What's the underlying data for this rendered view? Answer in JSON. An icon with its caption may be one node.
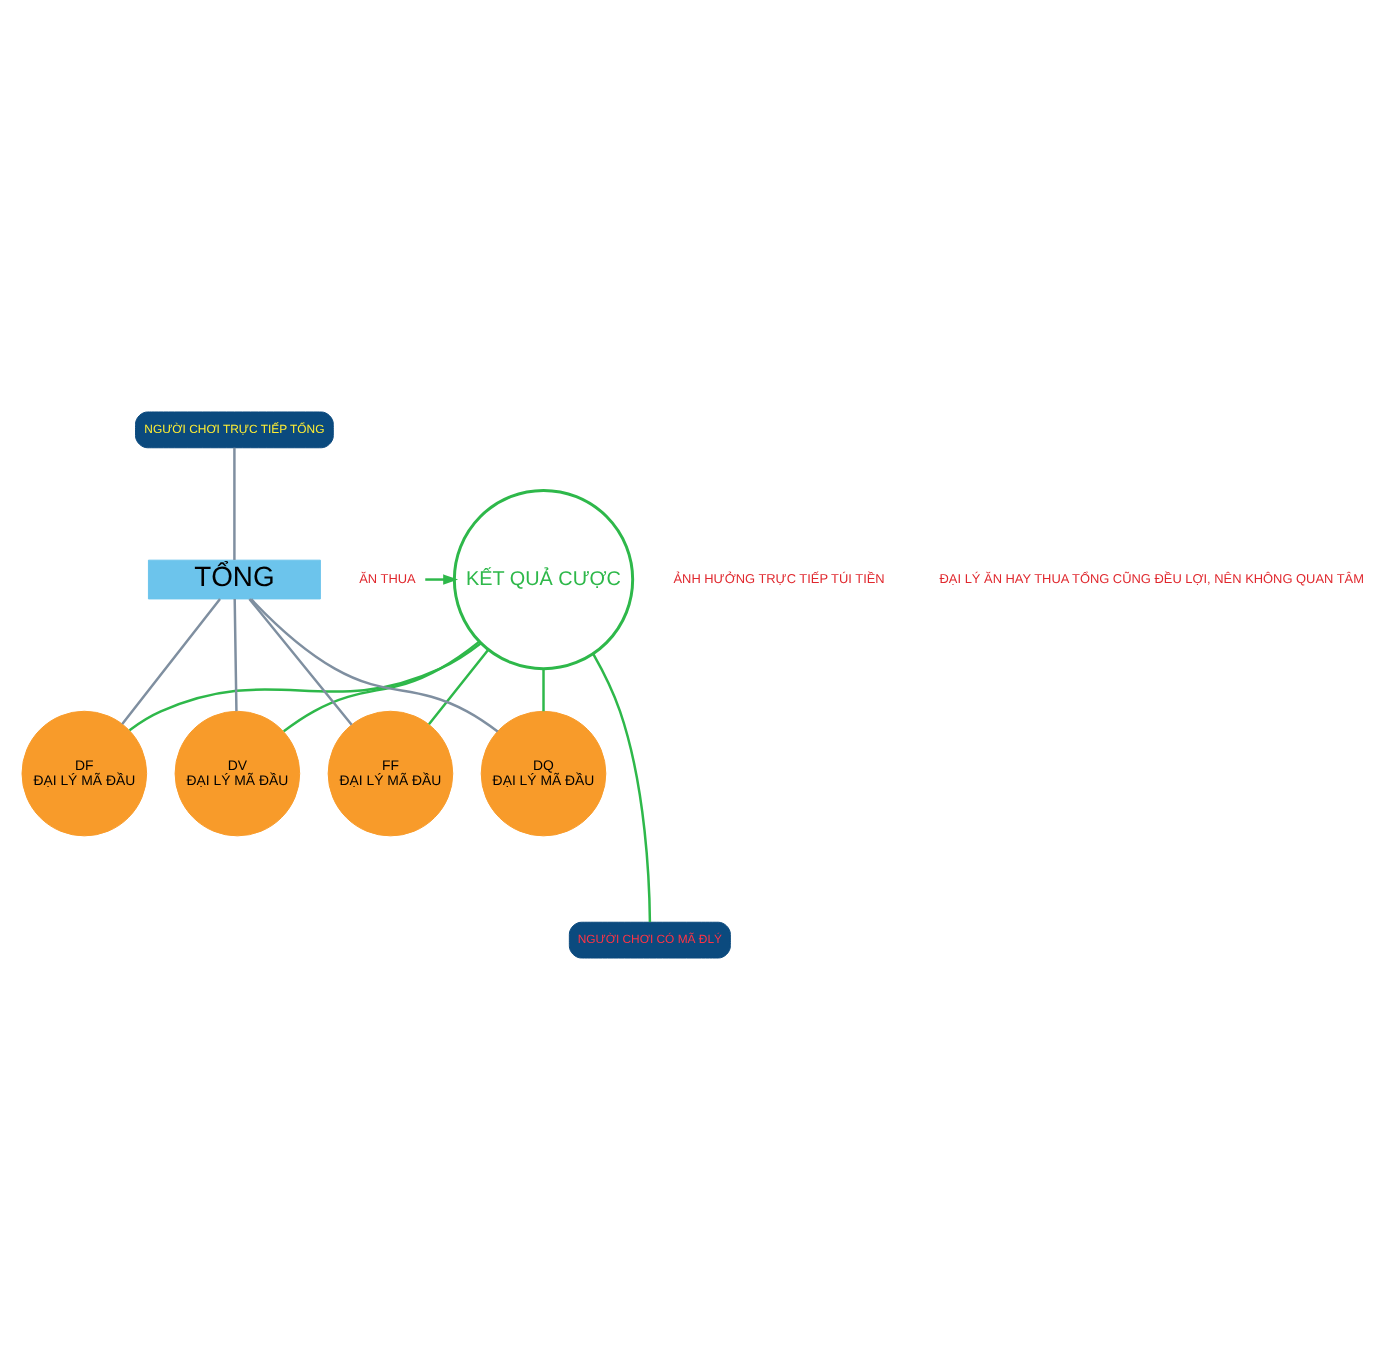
{
  "diagram": {
    "nodes": [
      {
        "text": [
          "NGƯỜI CHƠI TRỰC TIẾP TỔNG"
        ]
      },
      {
        "text": [
          "ĂN THUA"
        ]
      },
      {
        "text": [
          "KẾT QUẢ CƯỢC"
        ]
      },
      {
        "text": [
          "TỔNG"
        ]
      },
      {
        "text": [
          "DQ",
          "ĐẠI LÝ MÃ ĐẦU"
        ]
      },
      {
        "text": [
          "DF",
          "ĐẠI LÝ MÃ ĐẦU"
        ]
      },
      {
        "text": [
          "DV",
          "ĐẠI LÝ MÃ ĐẦU"
        ]
      },
      {
        "text": [
          "FF",
          "ĐẠI LÝ MÃ ĐẦU"
        ]
      },
      {
        "text": [
          "NGƯỜI CHƠI CÓ MÃ ĐLÝ"
        ]
      }
    ],
    "edges": [
      {
        "from": 0,
        "to": 3,
        "arrow": "none",
        "color": "#7f8fa0"
      },
      {
        "from": 1,
        "to": 2,
        "arrow": "to"
      },
      {
        "from": 3,
        "to": 4,
        "arrow": "none",
        "color": "#7f8fa0"
      },
      {
        "from": 3,
        "to": 5,
        "arrow": "none",
        "color": "#7f8fa0"
      },
      {
        "from": 3,
        "to": 6,
        "arrow": "none",
        "color": "#7f8fa0"
      },
      {
        "from": 3,
        "to": 7,
        "arrow": "none",
        "color": "#7f8fa0"
      },
      {
        "from": 2,
        "to": 4,
        "arrow": "none"
      },
      {
        "from": 2,
        "to": 5,
        "arrow": "none"
      },
      {
        "from": 2,
        "to": 6,
        "arrow": "none"
      },
      {
        "from": 2,
        "to": 7,
        "arrow": "none"
      },
      {
        "from": 2,
        "to": 8,
        "arrow": "none"
      }
    ],
    "labels": [
      "ẢNH HƯỞNG TRỰC TIẾP TÚI TIỀN",
      "ĐẠI LÝ ĂN HAY THUA TỔNG CŨNG ĐỀU LỢI, NÊN KHÔNG QUAN TÂM"
    ]
  }
}
